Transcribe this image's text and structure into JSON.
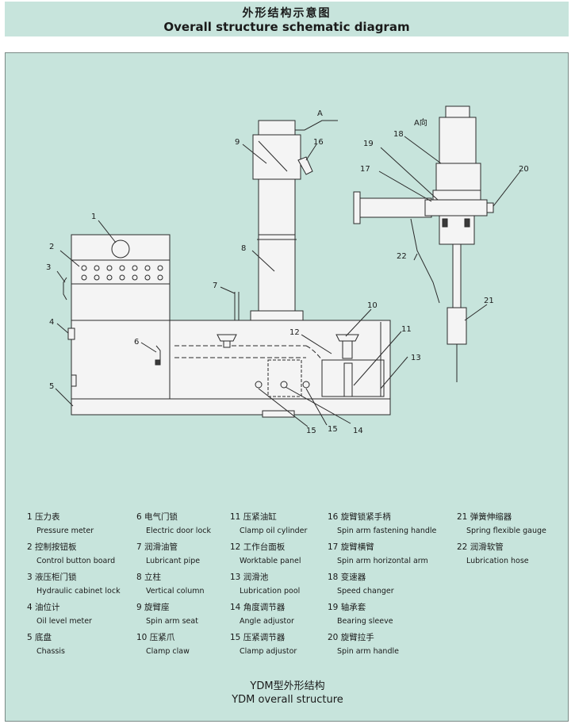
{
  "header": {
    "title_cn": "外形结构示意图",
    "title_en": "Overall structure schematic diagram"
  },
  "diagram": {
    "callouts": [
      "1",
      "2",
      "3",
      "4",
      "5",
      "6",
      "7",
      "8",
      "9",
      "10",
      "11",
      "12",
      "13",
      "14",
      "15",
      "15",
      "16",
      "17",
      "18",
      "19",
      "20",
      "21",
      "22",
      "A",
      "A向"
    ]
  },
  "legend": {
    "col1": [
      {
        "cn": "1 压力表",
        "en": "Pressure meter"
      },
      {
        "cn": "2 控制按钮板",
        "en": "Control button board"
      },
      {
        "cn": "3 液压柜门锁",
        "en": "Hydraulic cabinet lock"
      },
      {
        "cn": "4 油位计",
        "en": "Oil level meter"
      },
      {
        "cn": "5 底盘",
        "en": "Chassis"
      }
    ],
    "col2": [
      {
        "cn": "6 电气门锁",
        "en": "Electric door lock"
      },
      {
        "cn": "7 润滑油管",
        "en": "Lubricant pipe"
      },
      {
        "cn": "8 立柱",
        "en": "Vertical column"
      },
      {
        "cn": "9 旋臂座",
        "en": "Spin arm seat"
      },
      {
        "cn": "10 压紧爪",
        "en": "Clamp claw"
      }
    ],
    "col3": [
      {
        "cn": "11 压紧油缸",
        "en": "Clamp oil cylinder"
      },
      {
        "cn": "12 工作台面板",
        "en": "Worktable panel"
      },
      {
        "cn": "13 润滑池",
        "en": "Lubrication pool"
      },
      {
        "cn": "14 角度调节器",
        "en": "Angle adjustor"
      },
      {
        "cn": "15 压紧调节器",
        "en": "Clamp adjustor"
      }
    ],
    "col4": [
      {
        "cn": "16 旋臂锁紧手柄",
        "en": "Spin arm fastening handle"
      },
      {
        "cn": "17 旋臂横臂",
        "en": "Spin arm horizontal arm"
      },
      {
        "cn": "18 变速器",
        "en": "Speed changer"
      },
      {
        "cn": "19 轴承套",
        "en": "Bearing sleeve"
      },
      {
        "cn": "20 旋臂拉手",
        "en": "Spin arm handle"
      }
    ],
    "col5": [
      {
        "cn": "21 弹簧伸缩器",
        "en": "Spring flexible gauge"
      },
      {
        "cn": "22 润滑软管",
        "en": "Lubrication hose"
      }
    ]
  },
  "caption": {
    "cn": "YDM型外形结构",
    "en": "YDM overall structure"
  }
}
